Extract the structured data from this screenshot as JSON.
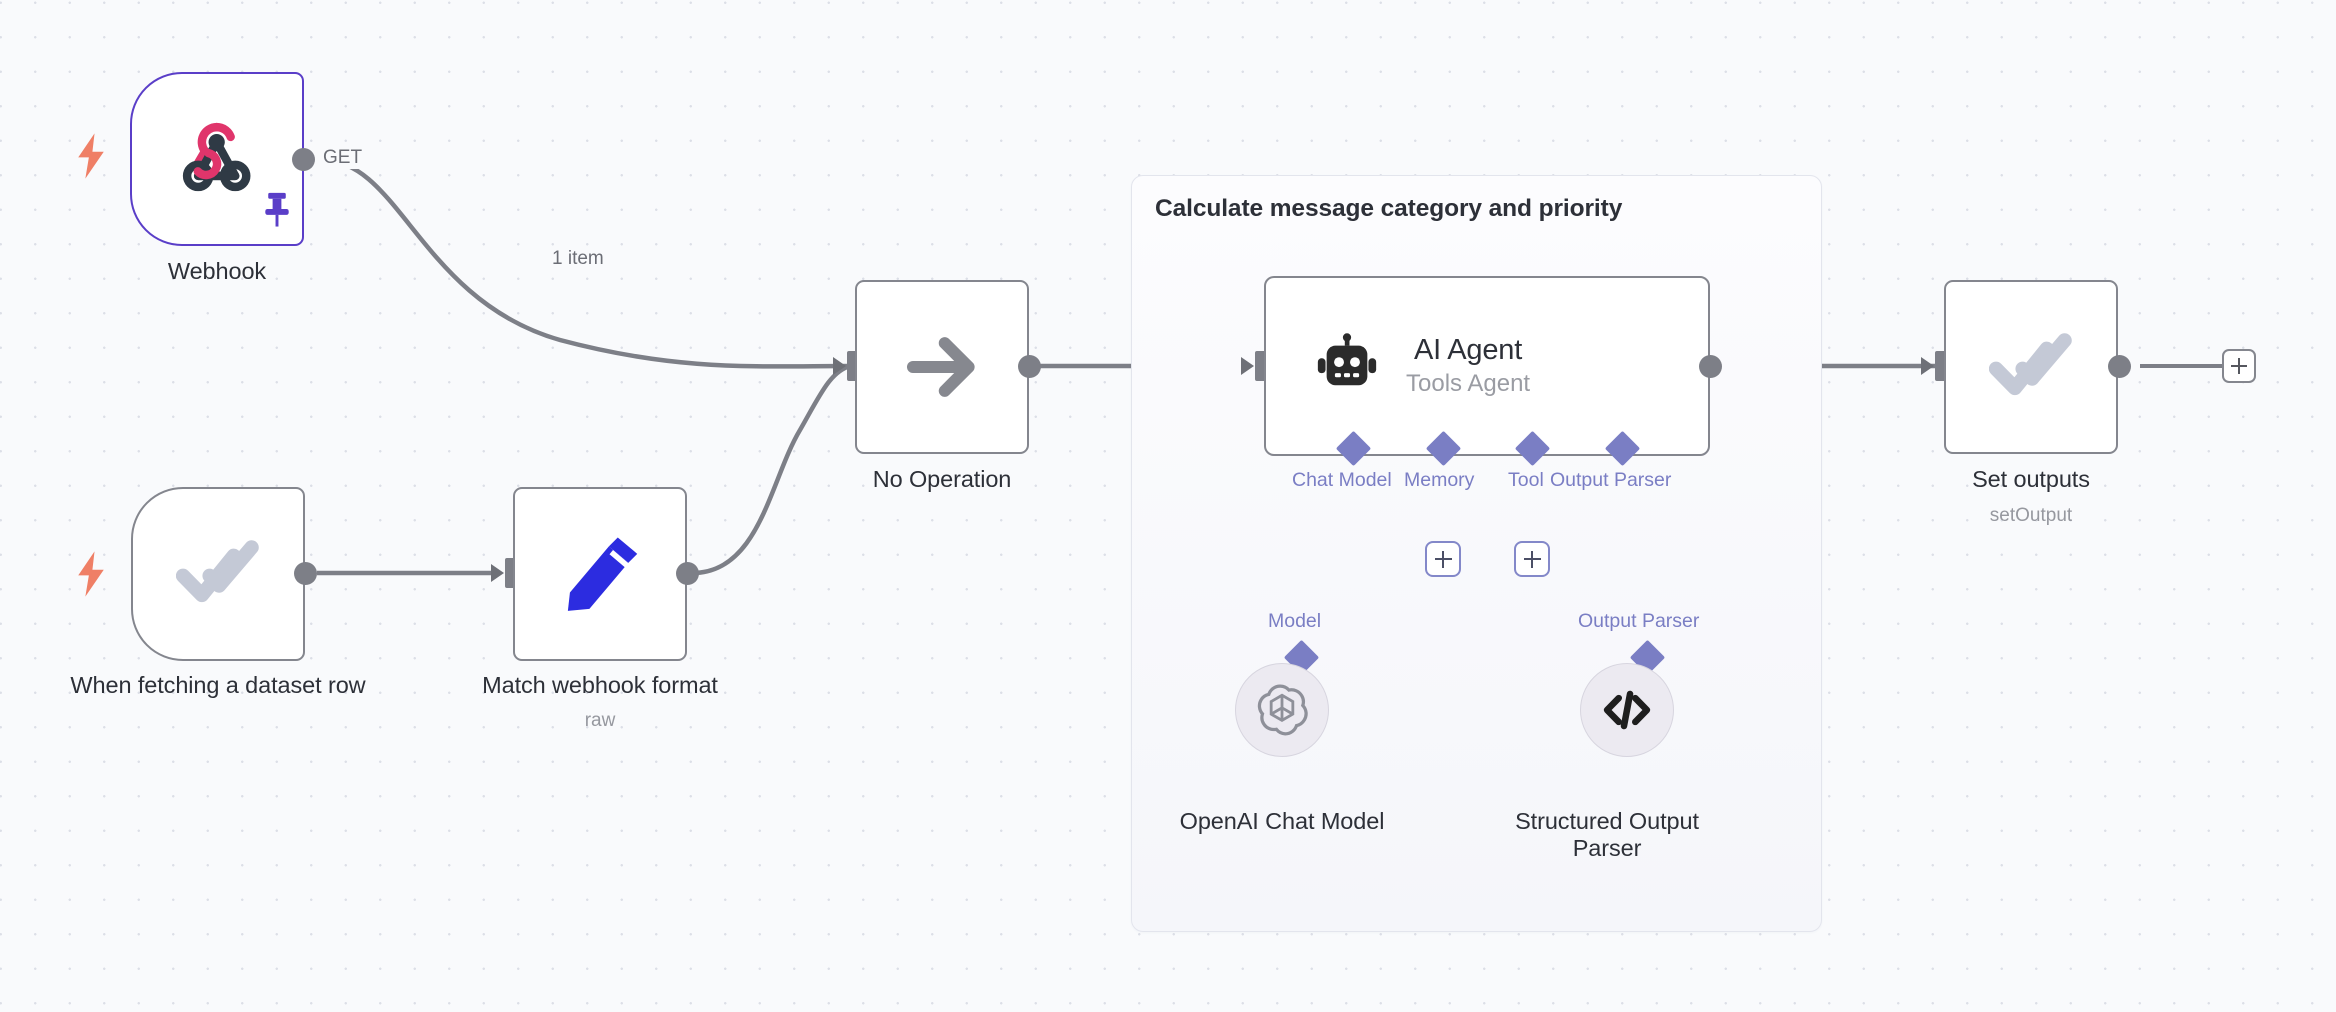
{
  "canvas": {
    "background_color": "#f9fafc",
    "dot_color": "#dcdfe7"
  },
  "group": {
    "title": "Calculate message category and priority"
  },
  "nodes": [
    {
      "id": "webhook",
      "name": "Webhook",
      "subtitle": "",
      "icon": "webhook-icon",
      "is_trigger": true,
      "pinned": true,
      "output_label": "GET"
    },
    {
      "id": "when-fetching-dataset-row",
      "name": "When fetching a dataset row",
      "subtitle": "",
      "icon": "double-check-icon",
      "is_trigger": true,
      "pinned": false,
      "output_label": ""
    },
    {
      "id": "match-webhook-format",
      "name": "Match webhook format",
      "subtitle": "raw",
      "icon": "pencil-edit-icon",
      "is_trigger": false,
      "pinned": false,
      "output_label": ""
    },
    {
      "id": "no-operation",
      "name": "No Operation",
      "subtitle": "",
      "icon": "arrow-right-icon",
      "is_trigger": false,
      "pinned": false,
      "output_label": ""
    },
    {
      "id": "ai-agent",
      "name": "AI Agent",
      "subtitle": "Tools Agent",
      "icon": "robot-icon",
      "is_trigger": false,
      "pinned": false,
      "output_label": ""
    },
    {
      "id": "set-outputs",
      "name": "Set outputs",
      "subtitle": "setOutput",
      "icon": "double-check-icon",
      "is_trigger": false,
      "pinned": false,
      "selected": true,
      "output_label": ""
    }
  ],
  "sub_nodes": [
    {
      "id": "openai-chat-model",
      "name": "OpenAI Chat Model",
      "icon": "openai-icon",
      "connector_label": "Model"
    },
    {
      "id": "structured-output-parser",
      "name": "Structured Output Parser",
      "icon": "code-brackets-icon",
      "connector_label": "Output Parser"
    }
  ],
  "agent_ports": [
    {
      "id": "chat-model",
      "label": "Chat Model"
    },
    {
      "id": "memory",
      "label": "Memory"
    },
    {
      "id": "tool",
      "label": "Tool"
    },
    {
      "id": "output-parser",
      "label": "Output Parser"
    }
  ],
  "edges": [
    {
      "from": "webhook",
      "to": "no-operation",
      "label": "1 item"
    },
    {
      "from": "when-fetching-dataset-row",
      "to": "match-webhook-format",
      "label": ""
    },
    {
      "from": "match-webhook-format",
      "to": "no-operation",
      "label": ""
    },
    {
      "from": "no-operation",
      "to": "ai-agent",
      "label": ""
    },
    {
      "from": "ai-agent",
      "to": "set-outputs",
      "label": ""
    }
  ],
  "add_buttons": {
    "memory_plus": "+",
    "tool_plus": "+",
    "end_plus": "+"
  },
  "colors": {
    "accent_purple": "#5a3ec8",
    "sub_connector": "#7a7ec4",
    "trigger_bolt": "#ef7f66",
    "edge_gray": "#7d7f87",
    "webhook_red": "#e0356b",
    "webhook_dark": "#2f3a45",
    "pencil_blue": "#2c2ce0",
    "check_gray": "#c4c9d6"
  }
}
